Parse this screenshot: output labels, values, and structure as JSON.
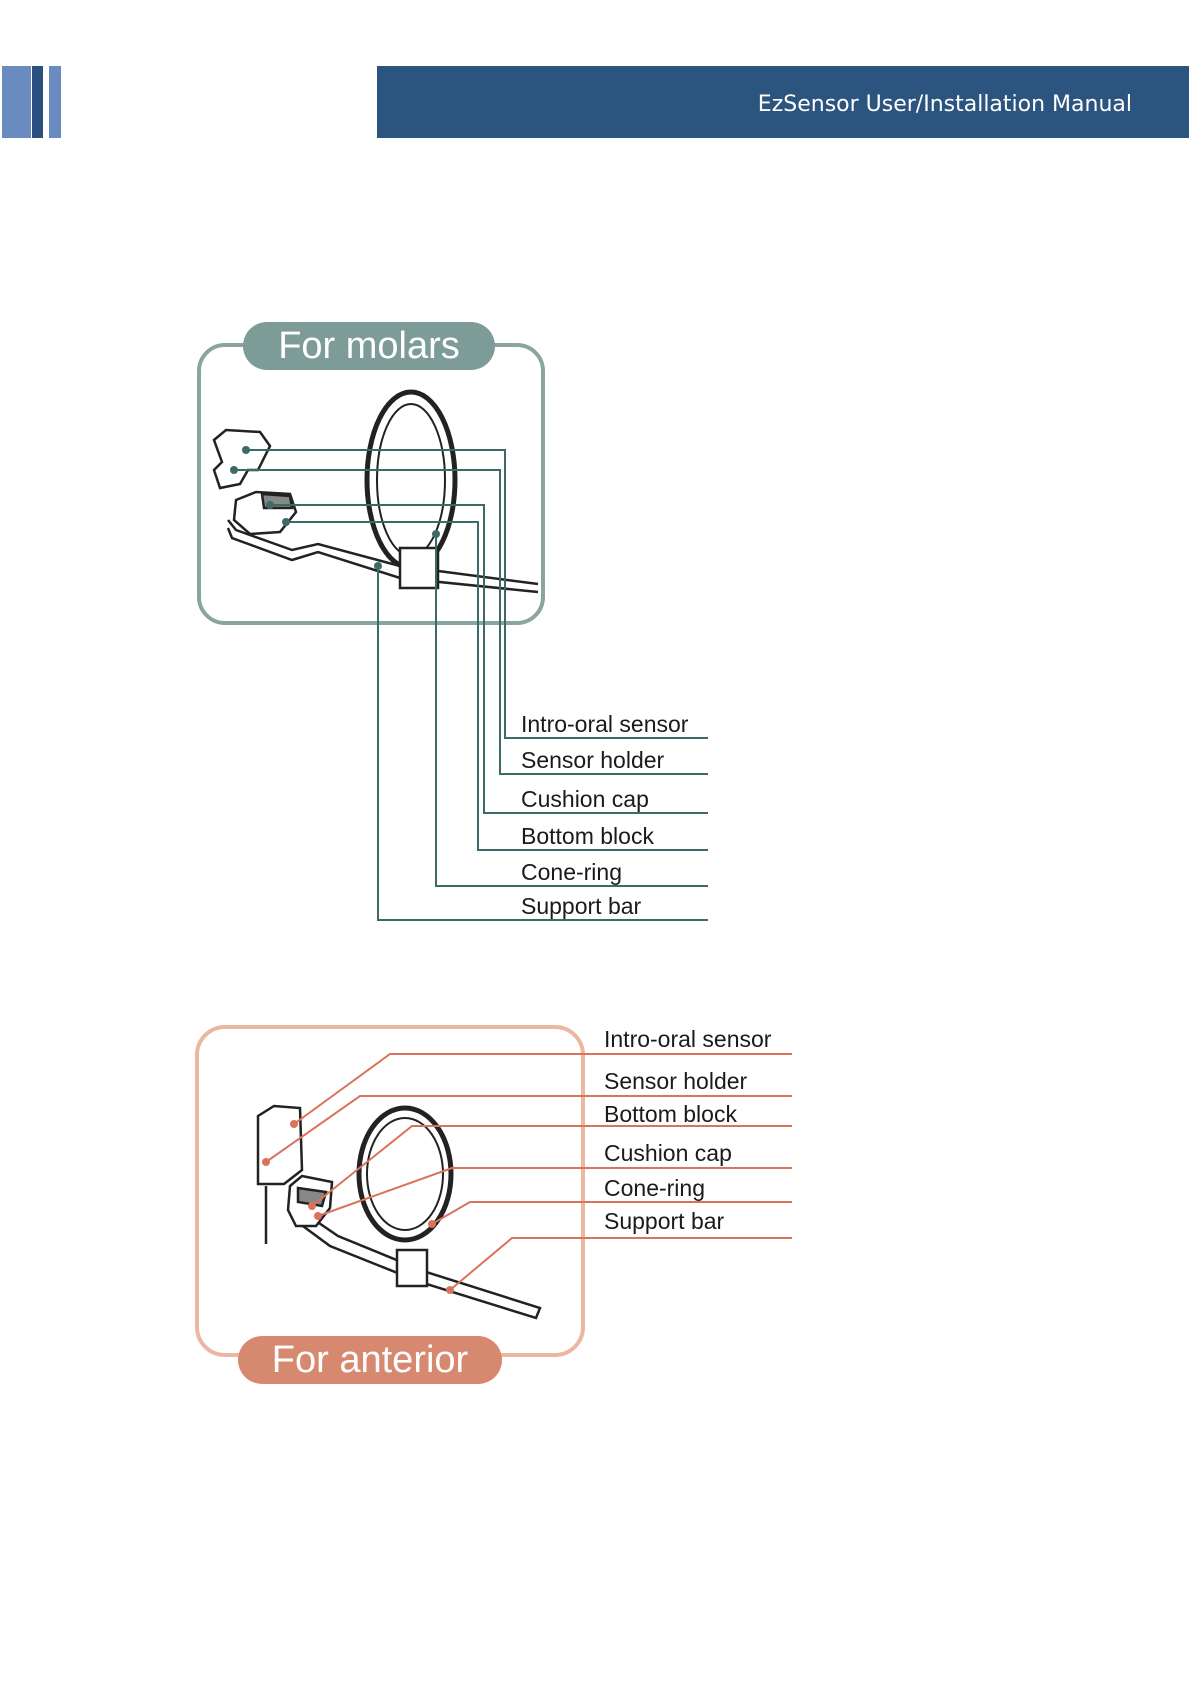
{
  "header": {
    "title": "EzSensor User/Installation Manual"
  },
  "colors": {
    "header_band": "#2b557e",
    "block_light": "#6a8bbf",
    "block_dark": "#2b4f7e",
    "molar_accent": "#7d9c98",
    "anterior_accent": "#e9a98f",
    "anterior_pill": "#d6896f"
  },
  "molars": {
    "title": "For molars",
    "labels": [
      "Intro-oral sensor",
      "Sensor holder",
      "Cushion cap",
      "Bottom block",
      "Cone-ring",
      "Support bar"
    ]
  },
  "anterior": {
    "title": "For anterior",
    "labels": [
      "Intro-oral sensor",
      "Sensor holder",
      "Bottom block",
      "Cushion cap",
      "Cone-ring",
      "Support bar"
    ]
  }
}
